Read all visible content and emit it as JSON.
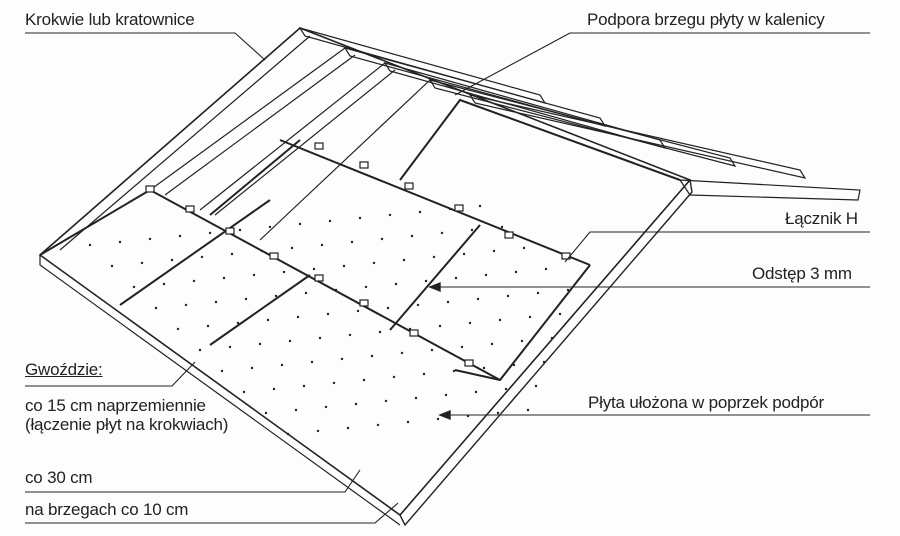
{
  "labels": {
    "rafters": "Krokwie lub kratownice",
    "ridge_support": "Podpora brzegu płyty w kalenicy",
    "h_clip": "Łącznik H",
    "gap": "Odstęp 3 mm",
    "nails_title": "Gwoździe:",
    "nails_15": "co 15 cm naprzemiennie",
    "nails_15_note": "(łączenie płyt na krokwiach)",
    "panel": "Płyta ułożona w poprzek podpór",
    "nails_30": "co 30 cm",
    "nails_edges": "na brzegach co 10 cm"
  }
}
